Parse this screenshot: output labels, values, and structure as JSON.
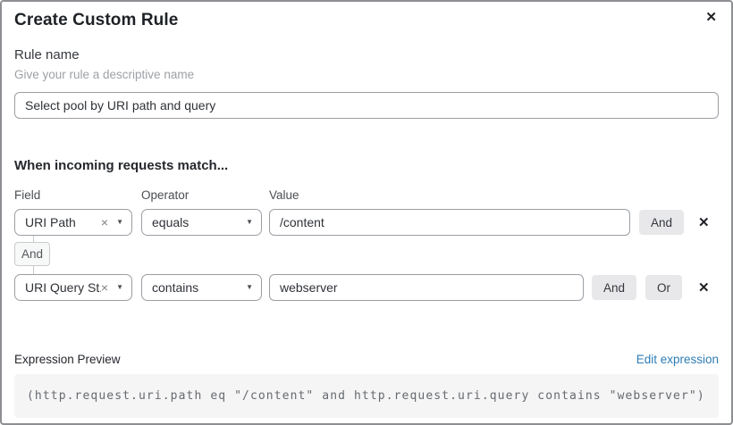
{
  "dialog": {
    "title": "Create Custom Rule"
  },
  "icons": {
    "close": "✕",
    "clear": "×",
    "caret": "▼",
    "delete": "✕"
  },
  "rule_name": {
    "label": "Rule name",
    "helper": "Give your rule a descriptive name",
    "value": "Select pool by URI path and query"
  },
  "match": {
    "heading": "When incoming requests match...",
    "columns": {
      "field": "Field",
      "operator": "Operator",
      "value": "Value"
    },
    "connector_label": "And",
    "rows": [
      {
        "field": "URI Path",
        "operator": "equals",
        "value": "/content",
        "connectors": [
          "And"
        ]
      },
      {
        "field": "URI Query St...",
        "operator": "contains",
        "value": "webserver",
        "connectors": [
          "And",
          "Or"
        ]
      }
    ]
  },
  "expression": {
    "label": "Expression Preview",
    "edit_link": "Edit expression",
    "code": "(http.request.uri.path eq \"/content\" and http.request.uri.query contains \"webserver\")"
  },
  "colors": {
    "link_blue": "#2e7cb5",
    "button_gray": "#e8e8ea",
    "border_gray": "#9a9ea3",
    "code_bg": "#f5f5f6"
  }
}
